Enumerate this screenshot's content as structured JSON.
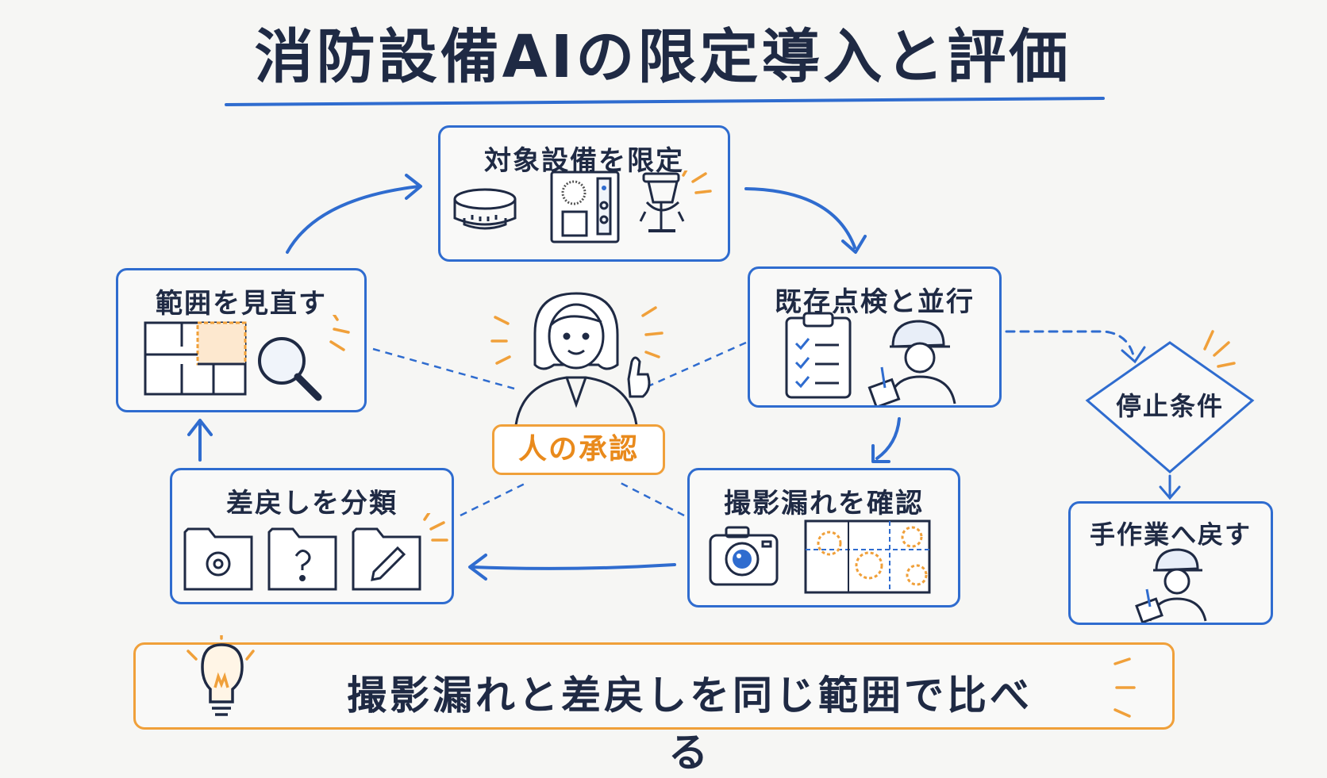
{
  "title": "消防設備AIの限定導入と評価",
  "steps": {
    "limit_equipment": "対象設備を限定",
    "parallel_inspection": "既存点検と並行",
    "check_missed_shots": "撮影漏れを確認",
    "classify_returns": "差戻しを分類",
    "review_scope": "範囲を見直す"
  },
  "center": {
    "label": "人の承認"
  },
  "stop_condition": "停止条件",
  "manual_fallback": "手作業へ戻す",
  "bottom_note": "撮影漏れと差戻しを同じ範囲で比べる",
  "icons": {
    "smoke_detector": "smoke-detector-icon",
    "control_panel": "control-panel-icon",
    "sprinkler": "sprinkler-icon",
    "clipboard": "clipboard-icon",
    "inspector": "inspector-icon",
    "camera": "camera-icon",
    "floorplan": "floorplan-icon",
    "folder_gear": "folder-gear-icon",
    "folder_question": "folder-question-icon",
    "folder_pencil": "folder-pencil-icon",
    "magnifier": "magnifier-icon",
    "person": "approver-person-icon",
    "lightbulb": "lightbulb-icon"
  },
  "colors": {
    "accent_blue": "#2f6ccf",
    "accent_orange": "#f0a03a",
    "ink": "#1f2a44"
  }
}
